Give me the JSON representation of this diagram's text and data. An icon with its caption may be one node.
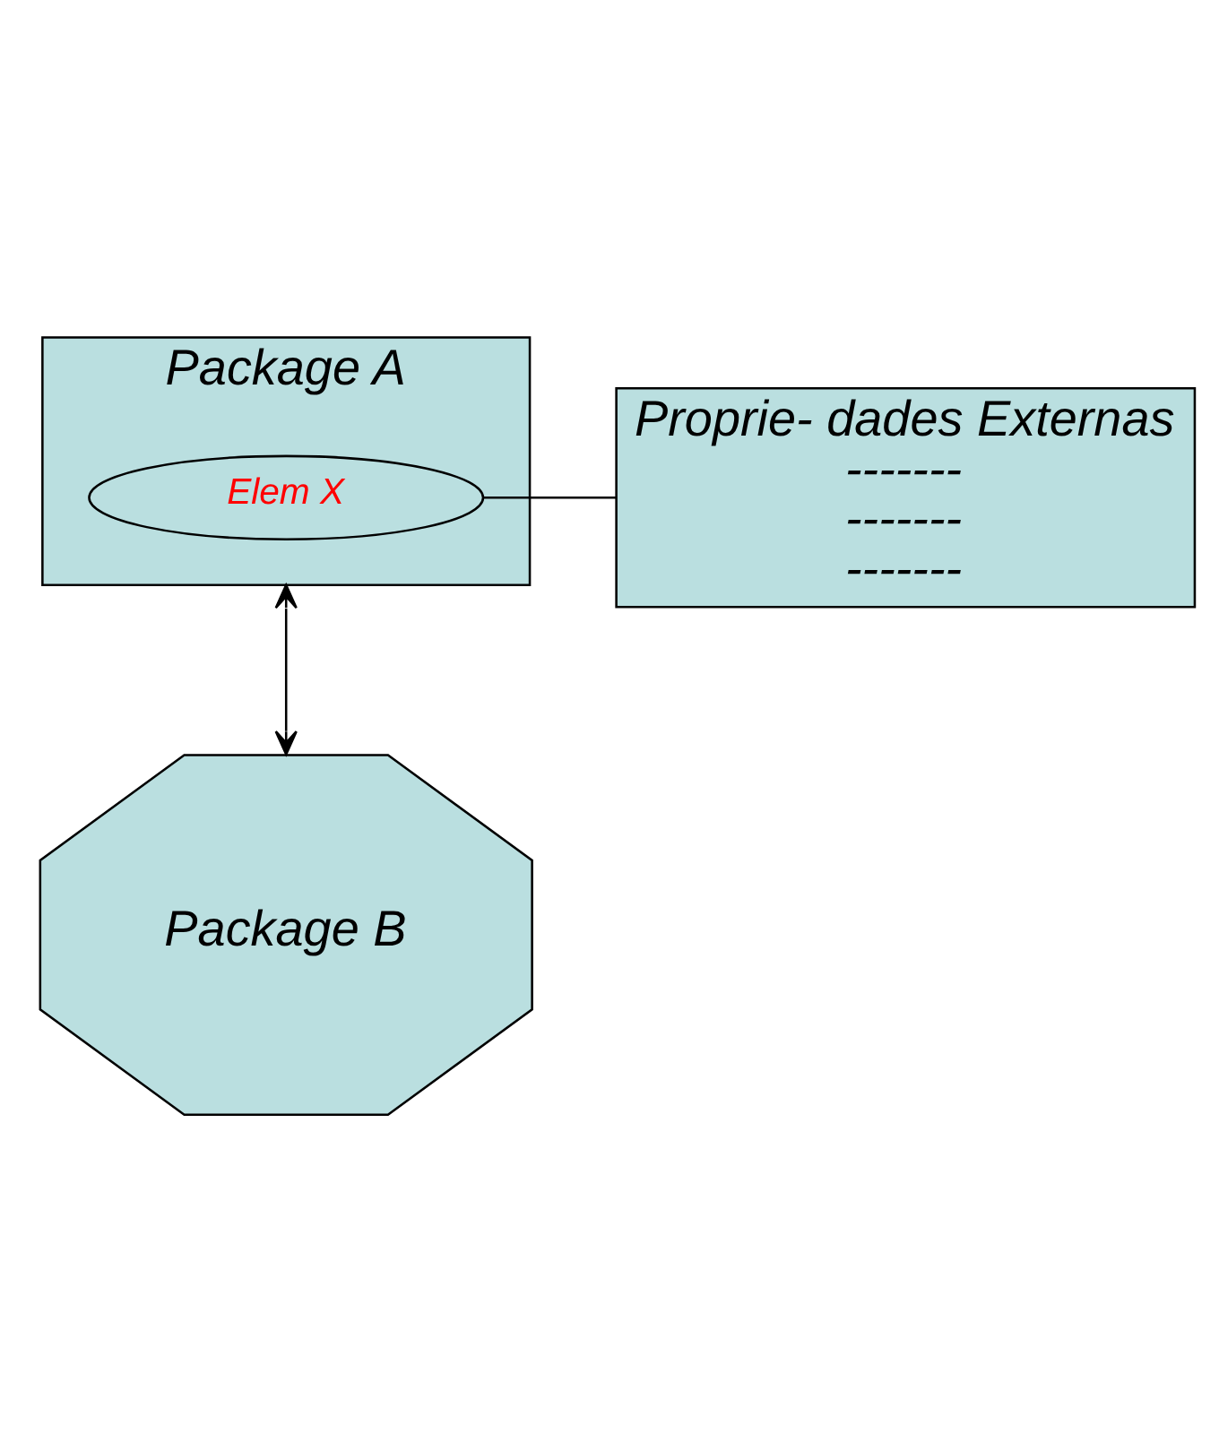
{
  "diagram": {
    "nodes": [
      {
        "text": [
          "Package A"
        ]
      },
      {
        "text": [
          "Elem X"
        ],
        "in": 0
      },
      {
        "text": [
          "Proprie- dades Externas",
          "-------",
          "-------",
          "-------"
        ]
      },
      {
        "text": [
          "Package B"
        ]
      }
    ],
    "edges": [
      {
        "from": 2,
        "to": 1,
        "arrow": "none"
      },
      {
        "from": 0,
        "to": 3,
        "arrow": "both"
      }
    ]
  }
}
